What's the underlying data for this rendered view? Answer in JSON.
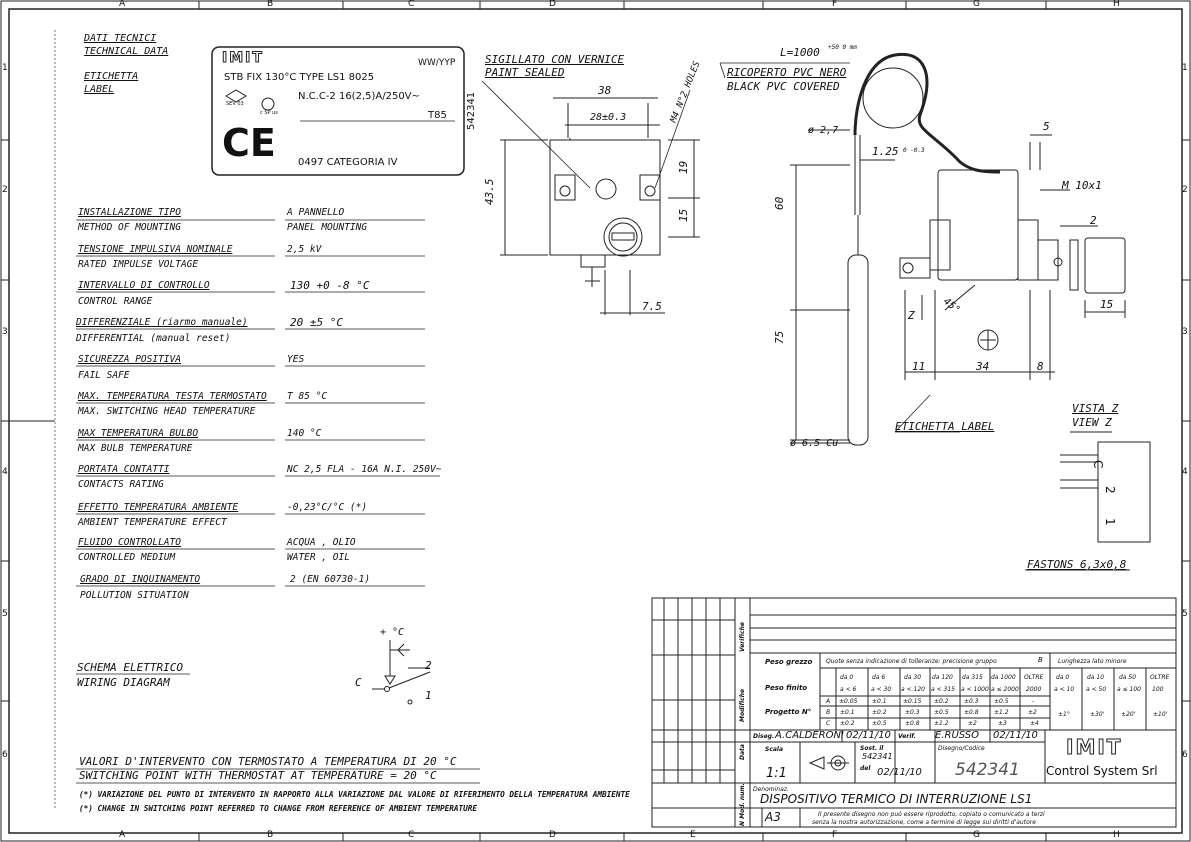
{
  "frame": {
    "cols": [
      "A",
      "B",
      "C",
      "D",
      "E",
      "F",
      "G",
      "H"
    ],
    "rows": [
      "1",
      "2",
      "3",
      "4",
      "5",
      "6"
    ]
  },
  "label_section": {
    "heading_it": "DATI TECNICI",
    "heading_en": "TECHNICAL DATA",
    "sub_it": "ETICHETTA",
    "sub_en": "LABEL"
  },
  "product_label": {
    "brand": "IMIT",
    "code_suffix": "WW/YYP",
    "model": "STB FIX 130°C TYPE LS1 8025",
    "contacts": "N.C.C-2  16(2,5)A/250V~",
    "t_rating": "T85",
    "ce": "CE",
    "category": "0497  CATEGORIA IV",
    "part_number": "542341",
    "cert_mark": "SEV 03",
    "csa_mark": "c SP us"
  },
  "specs": [
    {
      "it": "INSTALLAZIONE TIPO",
      "en": "METHOD OF MOUNTING",
      "value": "A PANNELLO",
      "value2": "PANEL MOUNTING"
    },
    {
      "it": "TENSIONE IMPULSIVA NOMINALE",
      "en": "RATED IMPULSE VOLTAGE",
      "value": "2,5 kV",
      "value2": ""
    },
    {
      "it": "INTERVALLO DI CONTROLLO",
      "en": "CONTROL RANGE",
      "value": "130 +0 -8 °C",
      "value2": ""
    },
    {
      "it": "DIFFERENZIALE (riarmo manuale)",
      "en": "DIFFERENTIAL (manual reset)",
      "value": "20 ±5 °C",
      "value2": ""
    },
    {
      "it": "SICUREZZA POSITIVA",
      "en": "FAIL SAFE",
      "value": "YES",
      "value2": ""
    },
    {
      "it": "MAX. TEMPERATURA TESTA TERMOSTATO",
      "en": "MAX. SWITCHING HEAD TEMPERATURE",
      "value": "T 85 °C",
      "value2": ""
    },
    {
      "it": "MAX TEMPERATURA BULBO",
      "en": "MAX BULB TEMPERATURE",
      "value": "140 °C",
      "value2": ""
    },
    {
      "it": "PORTATA CONTATTI",
      "en": "CONTACTS RATING",
      "value": "NC 2,5 FLA - 16A N.I. 250V~",
      "value2": ""
    },
    {
      "it": "EFFETTO TEMPERATURA AMBIENTE",
      "en": "AMBIENT TEMPERATURE EFFECT",
      "value": "-0,23°C/°C  (*)",
      "value2": ""
    },
    {
      "it": "FLUIDO CONTROLLATO",
      "en": "CONTROLLED MEDIUM",
      "value": "ACQUA , OLIO",
      "value2": "WATER , OIL"
    },
    {
      "it": "GRADO DI INQUINAMENTO",
      "en": "POLLUTION SITUATION",
      "value": "2 (EN 60730-1)",
      "value2": ""
    }
  ],
  "wiring": {
    "heading_it": "SCHEMA ELETTRICO",
    "heading_en": "WIRING DIAGRAM",
    "temp_label": "+ °C",
    "c_label": "C",
    "t2": "2",
    "t1": "1"
  },
  "footnotes": {
    "line1_it": "VALORI D'INTERVENTO CON TERMOSTATO A TEMPERATURA DI 20 °C",
    "line1_en": "SWITCHING POINT WITH THERMOSTAT AT TEMPERATURE = 20 °C",
    "note_it": "(*) VARIAZIONE DEL PUNTO DI INTERVENTO IN RAPPORTO ALLA VARIAZIONE DAL VALORE DI RIFERIMENTO DELLA TEMPERATURA AMBIENTE",
    "note_en": "(*) CHANGE IN SWITCHING POINT REFERRED TO CHANGE FROM REFERENCE OF AMBIENT TEMPERATURE"
  },
  "front_view": {
    "sealed_it": "SIGILLATO CON VERNICE",
    "sealed_en": "PAINT SEALED",
    "holes": "M4 N°2 HOLES",
    "dim_38": "38",
    "dim_28": "28±0.3",
    "dim_435": "43.5",
    "dim_19": "19",
    "dim_15": "15",
    "dim_75": "7.5"
  },
  "side_view": {
    "length": "L=1000",
    "length_tol": "+50 0 mm",
    "pvc_it": "RICOPERTO PVC NERO",
    "pvc_en": "BLACK PVC COVERED",
    "dim_5": "5",
    "dim_27": "ø 2,7",
    "dim_125": "1.25",
    "dim_125_tol": "0 -0.3",
    "thread": "M 10x1",
    "dim_2": "2",
    "dim_60": "60",
    "dim_15": "15",
    "dim_z": "Z",
    "dim_45": "45°",
    "dim_75": "75",
    "dim_11": "11",
    "dim_34": "34",
    "dim_8": "8",
    "etichetta": "ETICHETTA LABEL",
    "bulb": "ø 6.5 Cu"
  },
  "view_z": {
    "title_it": "VISTA Z",
    "title_en": "VIEW Z",
    "c": "C",
    "n2": "2",
    "n1": "1",
    "fastons": "FASTONS 6,3x0,8"
  },
  "title_block": {
    "side_labels": [
      "Verifiche",
      "Modifiche",
      "Data",
      "N Mod. num."
    ],
    "peso_grezzo": "Peso grezzo",
    "peso_finito": "Peso finito",
    "progetto": "Progetto N°",
    "quote_header": "Quote senza indicazione di tolleranze: precisione gruppo",
    "group_b": "B",
    "lengths_header": "Lunghezza lato minore",
    "ranges_top": [
      "da 0",
      "da 6",
      "da 30",
      "da 120",
      "da 315",
      "da 1000",
      "OLTRE"
    ],
    "ranges_bot": [
      "a < 6",
      "a < 30",
      "a < 120",
      "a < 315",
      "a < 1000",
      "a ≤ 2000",
      "2000"
    ],
    "row_a": [
      "A",
      "±0.05",
      "±0.1",
      "±0.15",
      "±0.2",
      "±0.3",
      "±0.5",
      "-"
    ],
    "row_b": [
      "B",
      "±0.1",
      "±0.2",
      "±0.3",
      "±0.5",
      "±0.8",
      "±1.2",
      "±2"
    ],
    "row_c": [
      "C",
      "±0.2",
      "±0.5",
      "±0.8",
      "±1.2",
      "±2",
      "±3",
      "±4"
    ],
    "ang_top": [
      "da 0",
      "da 10",
      "da 50",
      "OLTRE"
    ],
    "ang_bot": [
      "a < 10",
      "a < 50",
      "a ≤ 100",
      "100"
    ],
    "ang_vals": [
      "±1°",
      "±30'",
      "±20'",
      "±10'"
    ],
    "disegnatore_lbl": "Diseg.",
    "disegnatore": "A.CALDERONI",
    "diseg_date": "02/11/10",
    "verif_lbl": "Verif.",
    "verificatore": "E.RUSSO",
    "verif_date": "02/11/10",
    "scala_lbl": "Scala",
    "scala": "1:1",
    "sost_lbl": "Sost. il",
    "sost": "542341",
    "del_lbl": "del",
    "del_date": "02/11/10",
    "disegno_lbl": "Disegno/Codice",
    "disegno": "542341",
    "brand": "IMIT",
    "company": "Control System Srl",
    "denom_lbl": "Denominaz.",
    "denominazione": "DISPOSITIVO TERMICO DI INTERRUZIONE LS1",
    "format": "A3",
    "legal1": "Il presente disegno non può essere riprodotto, copiato o comunicato a terzi",
    "legal2": "senza la nostra autorizzazione, come a termine di legge sui diritti d'autore"
  }
}
